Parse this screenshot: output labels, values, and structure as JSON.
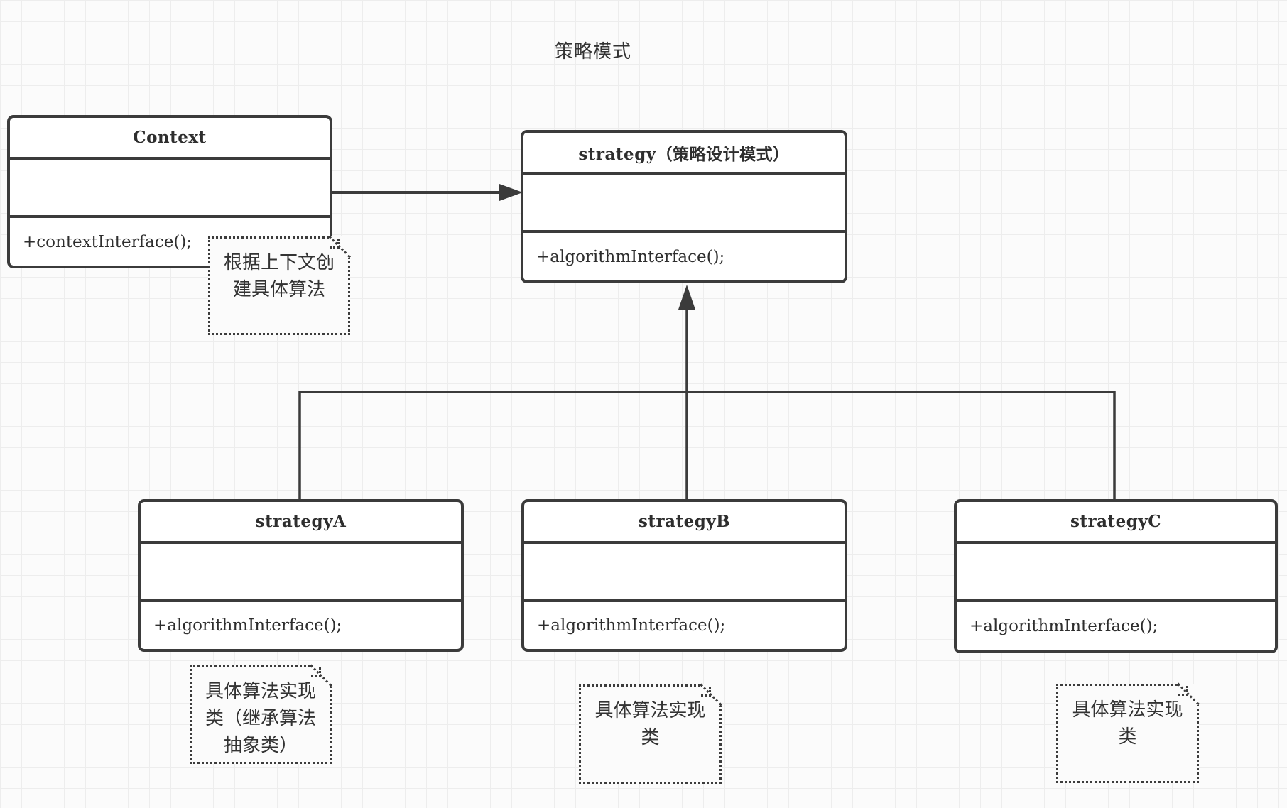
{
  "diagram": {
    "title": "策略模式",
    "classes": [
      {
        "name": "Context",
        "method": "+contextInterface();"
      },
      {
        "name": "strategy（策略设计模式）",
        "method": "+algorithmInterface();"
      },
      {
        "name": "strategyA",
        "method": "+algorithmInterface();"
      },
      {
        "name": "strategyB",
        "method": "+algorithmInterface();"
      },
      {
        "name": "strategyC",
        "method": "+algorithmInterface();"
      }
    ],
    "notes": [
      {
        "text": "根据上下文创建具体算法"
      },
      {
        "text": "具体算法实现类（继承算法抽象类）"
      },
      {
        "text": "具体算法实现类"
      },
      {
        "text": "具体算法实现类"
      }
    ],
    "colors": {
      "line": "#3b3b3b",
      "text": "#2e2e2e",
      "grid": "#ededed",
      "background": "#fbfbfb"
    }
  }
}
